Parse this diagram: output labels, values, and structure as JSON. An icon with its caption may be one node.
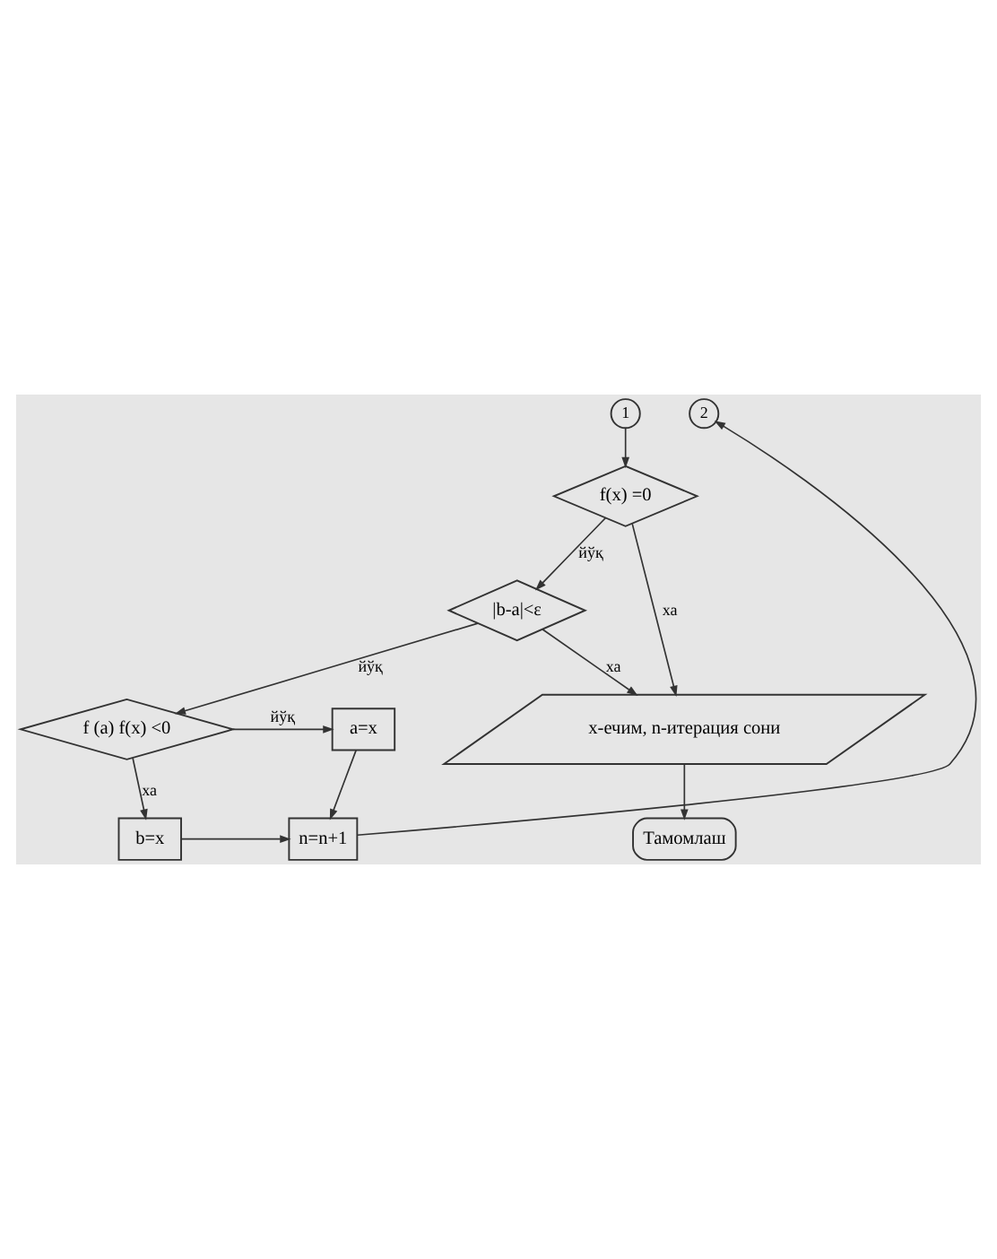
{
  "diagram": {
    "nodes": [
      {
        "text": [
          "1"
        ]
      },
      {
        "text": [
          "2"
        ]
      },
      {
        "text": [
          "f(x) =0"
        ]
      },
      {
        "text": [
          "|b-a|<ε"
        ]
      },
      {
        "text": [
          "f (a) f(x) <0"
        ]
      },
      {
        "text": [
          "a=x"
        ]
      },
      {
        "text": [
          "b=x"
        ]
      },
      {
        "text": [
          "n=n+1"
        ]
      },
      {
        "text": [
          "x-ечим, n-итерация сони"
        ]
      },
      {
        "text": [
          "Тамомлаш"
        ]
      }
    ],
    "edges": [
      {
        "from": 0,
        "to": 2,
        "arrow": "to"
      },
      {
        "from": 2,
        "to": 3,
        "arrow": "to",
        "label": "йўқ"
      },
      {
        "from": 2,
        "to": 8,
        "arrow": "to",
        "label": "ха"
      },
      {
        "from": 3,
        "to": 4,
        "arrow": "to",
        "label": "йўқ"
      },
      {
        "from": 3,
        "to": 8,
        "arrow": "to",
        "label": "ха"
      },
      {
        "from": 4,
        "to": 5,
        "arrow": "to",
        "label": "йўқ"
      },
      {
        "from": 4,
        "to": 6,
        "arrow": "to",
        "label": "ха"
      },
      {
        "from": 5,
        "to": 7,
        "arrow": "to"
      },
      {
        "from": 6,
        "to": 7,
        "arrow": "to"
      },
      {
        "from": 7,
        "to": 1,
        "arrow": "to"
      },
      {
        "from": 8,
        "to": 9,
        "arrow": "to"
      }
    ]
  }
}
